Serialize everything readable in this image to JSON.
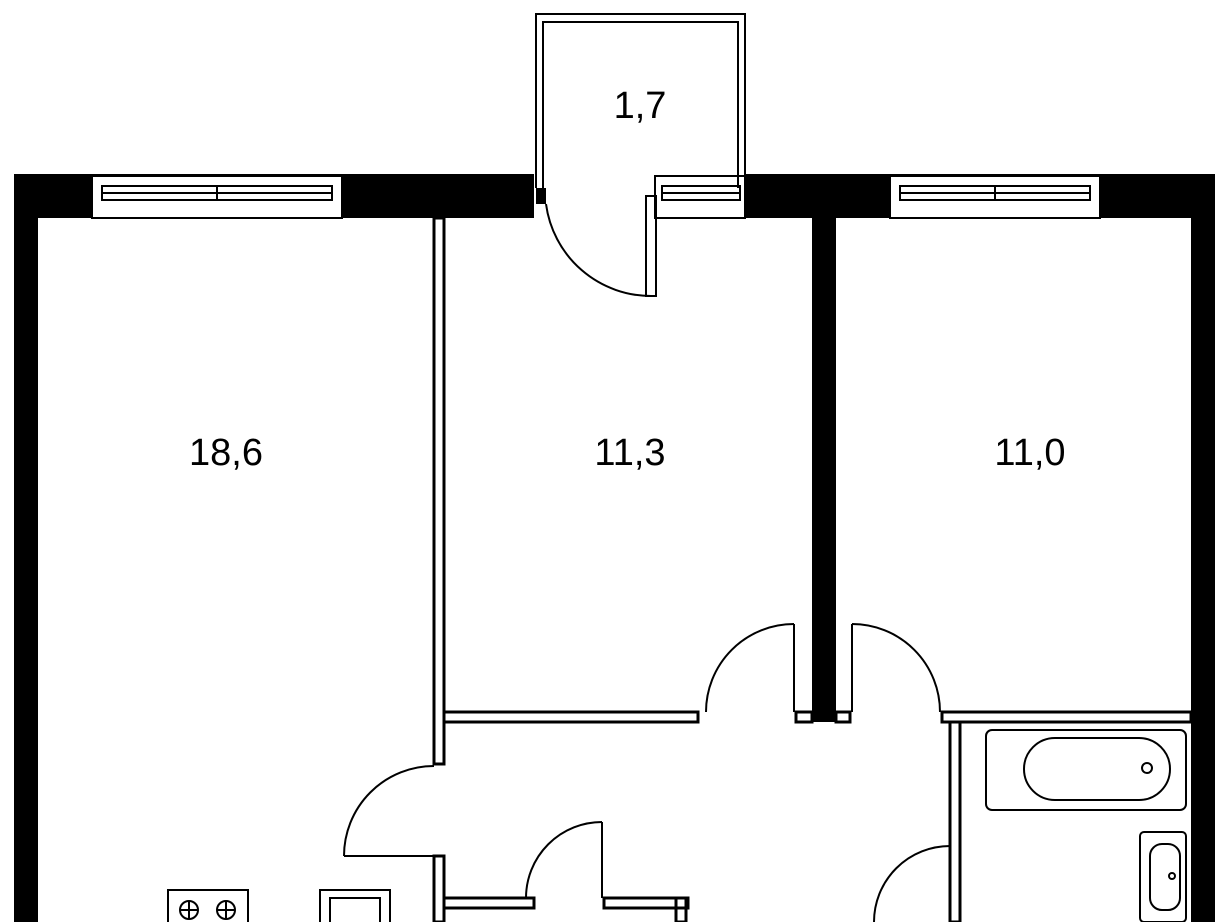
{
  "plan": {
    "rooms": [
      {
        "id": "living-room",
        "area": "18,6"
      },
      {
        "id": "bedroom-middle",
        "area": "11,3"
      },
      {
        "id": "bedroom-right",
        "area": "11,0"
      },
      {
        "id": "balcony",
        "area": "1,7"
      }
    ],
    "colors": {
      "wall": "#000000",
      "background": "#ffffff"
    }
  }
}
